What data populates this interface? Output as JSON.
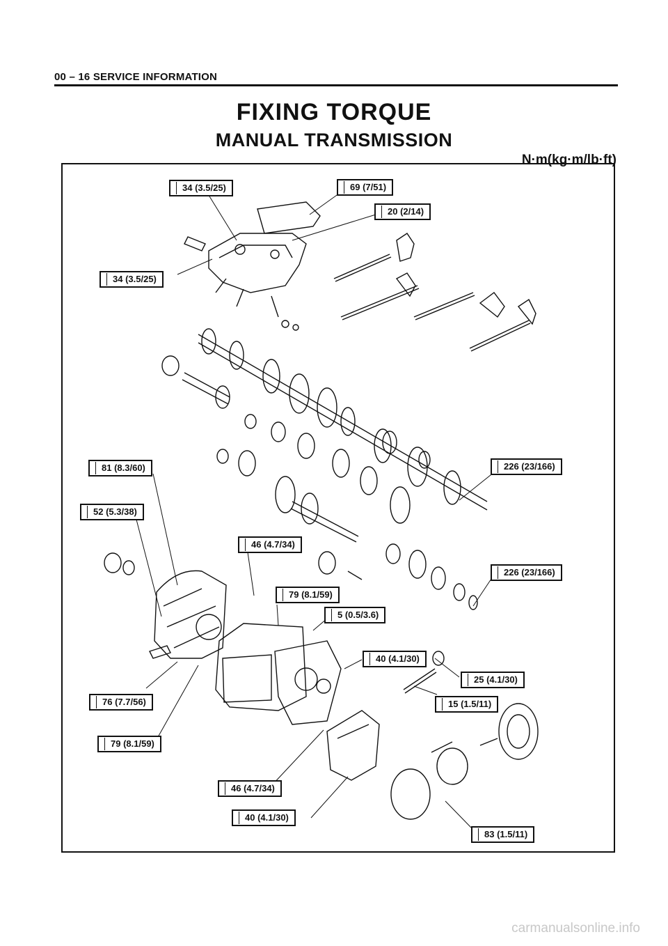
{
  "header": {
    "section": "00 – 16  SERVICE INFORMATION"
  },
  "titles": {
    "main": "FIXING TORQUE",
    "sub": "MANUAL TRANSMISSION",
    "units": "N·m(kg·m/lb·ft)"
  },
  "callouts": [
    {
      "id": "c1",
      "text": "34 (3.5/25)"
    },
    {
      "id": "c2",
      "text": "69 (7/51)"
    },
    {
      "id": "c3",
      "text": "20 (2/14)"
    },
    {
      "id": "c4",
      "text": "34 (3.5/25)"
    },
    {
      "id": "c5",
      "text": "81 (8.3/60)"
    },
    {
      "id": "c6",
      "text": "226 (23/166)"
    },
    {
      "id": "c7",
      "text": "52 (5.3/38)"
    },
    {
      "id": "c8",
      "text": "46 (4.7/34)"
    },
    {
      "id": "c9",
      "text": "226 (23/166)"
    },
    {
      "id": "c10",
      "text": "79 (8.1/59)"
    },
    {
      "id": "c11",
      "text": "5 (0.5/3.6)"
    },
    {
      "id": "c12",
      "text": "40 (4.1/30)"
    },
    {
      "id": "c13",
      "text": "25 (4.1/30)"
    },
    {
      "id": "c14",
      "text": "76 (7.7/56)"
    },
    {
      "id": "c15",
      "text": "15 (1.5/11)"
    },
    {
      "id": "c16",
      "text": "79 (8.1/59)"
    },
    {
      "id": "c17",
      "text": "46 (4.7/34)"
    },
    {
      "id": "c18",
      "text": "40 (4.1/30)"
    },
    {
      "id": "c19",
      "text": "83 (1.5/11)"
    }
  ],
  "watermark": "carmanualsonline.info"
}
